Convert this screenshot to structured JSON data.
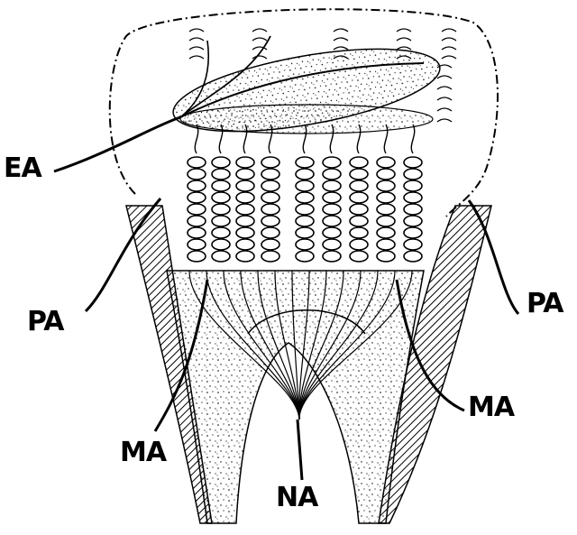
{
  "labels": {
    "ea": "EA",
    "pa_left": "PA",
    "pa_right": "PA",
    "ma_left": "MA",
    "ma_right": "MA",
    "na": "NA"
  },
  "colors": {
    "ink": "#000000",
    "background": "#ffffff"
  }
}
